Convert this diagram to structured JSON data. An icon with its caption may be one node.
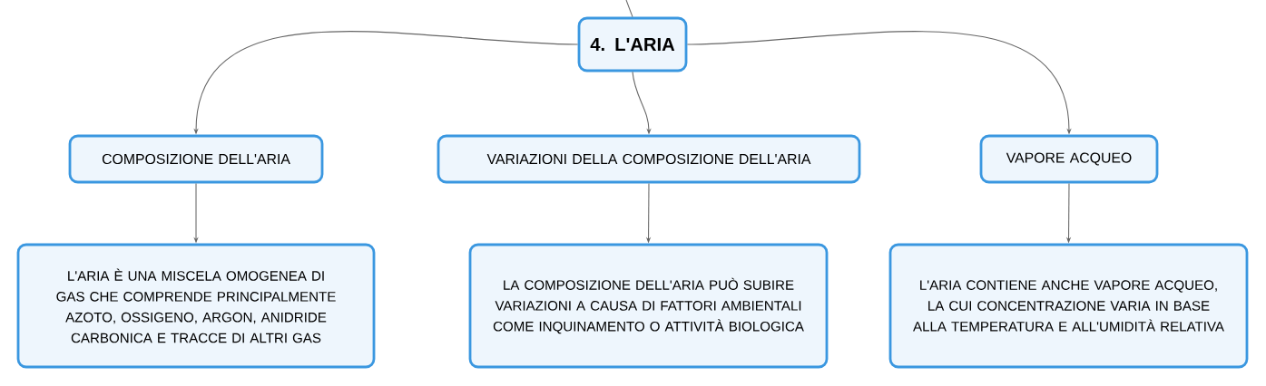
{
  "diagram": {
    "nodes": [
      {
        "text": [
          "4. L'ARIA"
        ]
      },
      {
        "text": [
          "COMPOSIZIONE DELL'ARIA"
        ]
      },
      {
        "text": [
          "VARIAZIONI DELLA COMPOSIZIONE DELL'ARIA"
        ]
      },
      {
        "text": [
          "VAPORE ACQUEO"
        ]
      },
      {
        "text": [
          "L'ARIA È UNA MISCELA OMOGENEA DI GAS CHE COMPRENDE PRINCIPALMENTE AZOTO, OSSIGENO, ARGON, ANIDRIDE CARBONICA E TRACCE DI ALTRI GAS"
        ]
      },
      {
        "text": [
          "LA COMPOSIZIONE DELL'ARIA PUÒ SUBIRE VARIAZIONI A CAUSA DI FATTORI AMBIENTALI COME INQUINAMENTO O ATTIVITÀ BIOLOGICA"
        ]
      },
      {
        "text": [
          "L'ARIA CONTIENE ANCHE VAPORE ACQUEO, LA CUI CONCENTRAZIONE VARIA IN BASE ALLA TEMPERATURA E ALL'UMIDITÀ RELATIVA"
        ]
      }
    ],
    "edges": [
      {
        "from": null,
        "to": 0,
        "arrow": "none"
      },
      {
        "from": 0,
        "to": 1,
        "arrow": "to"
      },
      {
        "from": 0,
        "to": 2,
        "arrow": "to"
      },
      {
        "from": 0,
        "to": 3,
        "arrow": "to"
      },
      {
        "from": 1,
        "to": 4,
        "arrow": "to"
      },
      {
        "from": 2,
        "to": 5,
        "arrow": "to"
      },
      {
        "from": 3,
        "to": 6,
        "arrow": "to"
      }
    ]
  }
}
